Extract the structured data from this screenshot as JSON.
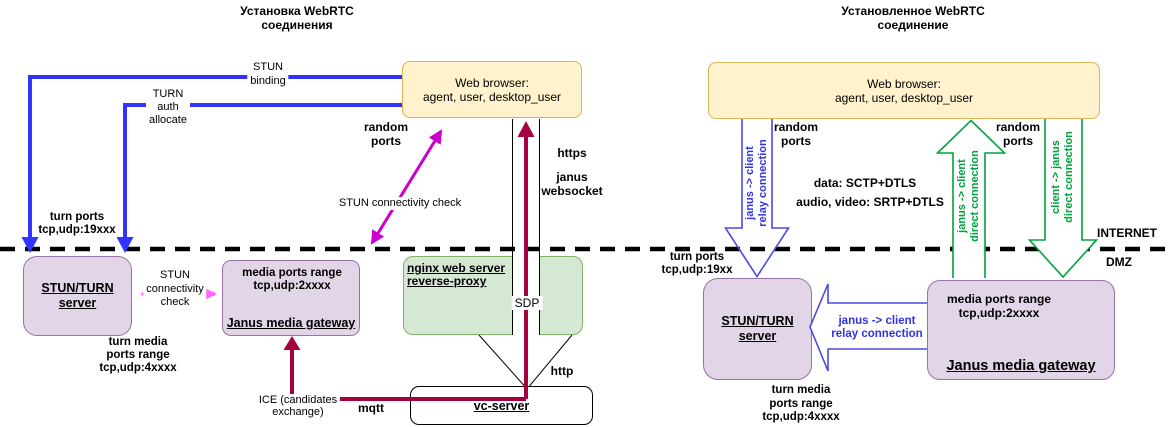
{
  "titles": {
    "left": "Установка WebRTC\nсоединения",
    "right": "Установленное WebRTC\nсоединение"
  },
  "colors": {
    "box_yellow_fill": "#FFF2CC",
    "box_yellow_border": "#D6B656",
    "box_purple_fill": "#E1D5E7",
    "box_purple_border": "#9673A6",
    "box_green_fill": "#D5E8D4",
    "box_green_border": "#82B366",
    "line_blue": "#3333FF",
    "arrow_blue_outline": "#4A4AE0",
    "arrow_magenta": "#CC00CC",
    "arrow_pink": "#FF66FF",
    "arrow_maroon": "#A50040",
    "arrow_green": "#00A33D"
  },
  "left": {
    "browser": "Web browser:\nagent, user, desktop_user",
    "stun_binding": "STUN\nbinding",
    "turn_auth": "TURN\nauth\nallocate",
    "random_ports": "random\nports",
    "https": "https",
    "janus_websocket": "janus\nwebsocket",
    "stun_check_diagonal": "STUN connectivity check",
    "turn_ports": "turn ports\ntcp,udp:19xxx",
    "stun_turn_server": "STUN/TURN\nserver",
    "stun_check_horizontal": "STUN\nconnectivity\ncheck",
    "janus_ports": "media ports range\ntcp,udp:2xxxx",
    "janus_title": "Janus media gateway",
    "turn_media_ports": "turn media\nports range\ntcp,udp:4xxxx",
    "nginx": "nginx web server\nreverse-proxy",
    "sdp": "SDP",
    "http": "http",
    "mqtt": "mqtt",
    "ice": "ICE (candidates\nexchange)",
    "vc_server": "vc-server"
  },
  "right": {
    "browser": "Web browser:\nagent, user, desktop_user",
    "random_ports_left": "random\nports",
    "random_ports_right": "random\nports",
    "relay_connection_vertical": "janus -> client\nrelay connection",
    "direct_connection_up": "janus -> client\ndirect connection",
    "direct_connection_down": "client -> janus\ndirect connection",
    "data_protocols": "data: SCTP+DTLS",
    "media_protocols": "audio, video: SRTP+DTLS",
    "internet": "INTERNET",
    "dmz": "DMZ",
    "turn_ports": "turn ports\ntcp,udp:19xx",
    "stun_turn_server": "STUN/TURN\nserver",
    "relay_connection_horizontal": "janus -> client\nrelay connection",
    "janus_ports": "media ports range\ntcp,udp:2xxxx",
    "janus_title": "Janus media gateway",
    "turn_media_ports": "turn media\nports range\ntcp,udp:4xxxx"
  }
}
